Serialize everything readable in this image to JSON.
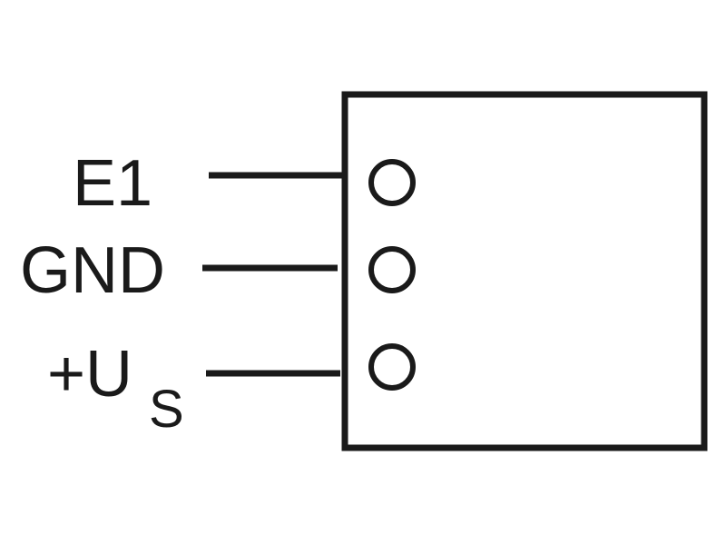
{
  "diagram": {
    "pins": [
      {
        "label": "E1",
        "sub": ""
      },
      {
        "label": "GND",
        "sub": ""
      },
      {
        "label": "+U",
        "sub": "S"
      }
    ]
  },
  "colors": {
    "stroke": "#1a1a1a",
    "background": "#ffffff"
  }
}
